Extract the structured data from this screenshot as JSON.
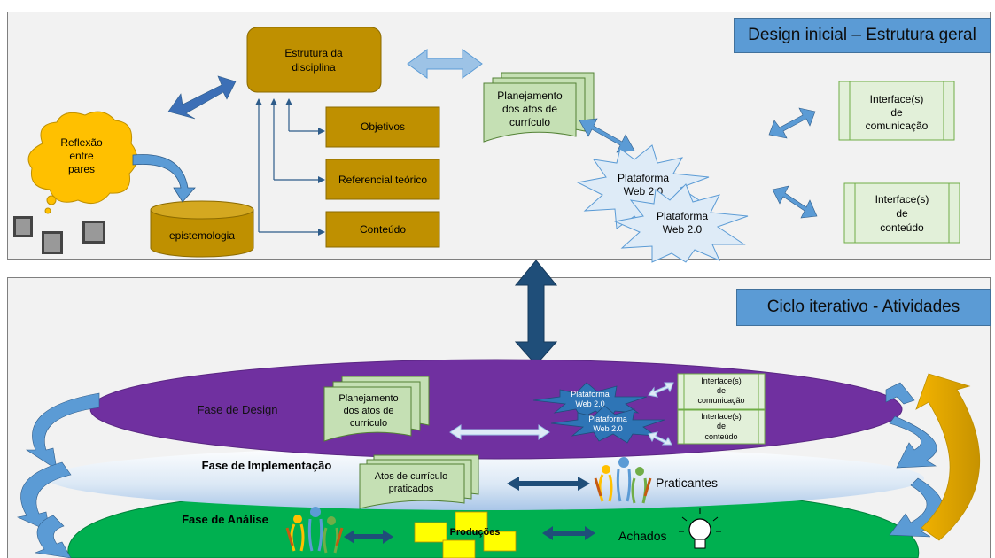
{
  "design_inicial": {
    "title": "Design inicial – Estrutura geral",
    "estrutura": [
      "Estrutura da",
      "disciplina"
    ],
    "objetivos": "Objetivos",
    "referencial": "Referencial teórico",
    "conteudo": "Conteúdo",
    "epistemologia": "epistemologia",
    "reflexao": [
      "Reflexão",
      "entre",
      "pares"
    ],
    "planejamento": [
      "Planejamento",
      "dos atos de",
      "currículo"
    ],
    "plataforma_1": [
      "Plataforma",
      "Web 2.0"
    ],
    "plataforma_2": [
      "Plataforma",
      "Web 2.0"
    ],
    "interface_comunicacao": [
      "Interface(s)",
      "de",
      "comunicação"
    ],
    "interface_conteudo": [
      "Interface(s)",
      "de",
      "conteúdo"
    ]
  },
  "ciclo": {
    "title": "Ciclo iterativo - Atividades",
    "fase_design": "Fase de Design",
    "fase_implementacao": "Fase de Implementação",
    "fase_analise": "Fase de Análise",
    "planejamento": [
      "Planejamento",
      "dos atos de",
      "currículo"
    ],
    "plataforma_1": [
      "Plataforma",
      "Web 2.0"
    ],
    "plataforma_2": [
      "Plataforma",
      "Web 2.0"
    ],
    "interface_comunicacao": [
      "Interface(s)",
      "de",
      "comunicação"
    ],
    "interface_conteudo": [
      "Interface(s)",
      "de",
      "conteúdo"
    ],
    "atos_praticados": [
      "Atos de currículo",
      "praticados"
    ],
    "praticantes": "Praticantes",
    "producoes": "Produções",
    "achados": "Achados"
  },
  "colors": {
    "gold": "#bf9000",
    "gold_border": "#8b6a00",
    "light_green": "#c5e0b4",
    "interface_green": "#e2f0d9",
    "yellow_bubble": "#ffc000",
    "blue_arrow": "#5b9bd5",
    "dark_blue_arrow": "#1f4e79",
    "purple_phase": "#7030a0",
    "green_phase": "#00b050",
    "title_blue": "#5b9bd5",
    "production_yellow": "#ffff00"
  }
}
